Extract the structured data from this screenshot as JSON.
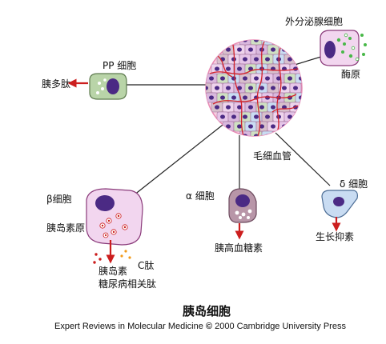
{
  "labels": {
    "exocrine_cell": "外分泌腺细胞",
    "zymogen": "酶原",
    "pp_cell": "PP 细胞",
    "pancreatic_polypeptide": "胰多肽",
    "capillary": "毛细血管",
    "beta_cell": "β细胞",
    "proinsulin": "胰岛素原",
    "c_peptide": "C肽",
    "insulin": "胰岛素",
    "amylin": "糖尿病相关肽",
    "alpha_cell": "α 细胞",
    "glucagon": "胰高血糖素",
    "delta_cell": "δ  细胞",
    "somatostatin": "生长抑素"
  },
  "title": "胰岛细胞",
  "credit": "Expert Reviews in Molecular Medicine",
  "copyright_symbol": "©",
  "credit_tail": "2000 Cambridge University Press",
  "colors": {
    "islet_fill": "#f7cfe0",
    "islet_stroke": "#e98bb5",
    "capillary": "#d4232b",
    "nucleus": "#4b2a84",
    "beta_fill": "#f2d6ef",
    "alpha_fill": "#b896a8",
    "delta_fill": "#c9dcf2",
    "pp_fill": "#b9d4a8",
    "exocrine_fill": "#f2d6ef",
    "arrow": "#cc1e1e",
    "zymogen_granule": "#48b848",
    "c_peptide_dot": "#f29a1a"
  }
}
